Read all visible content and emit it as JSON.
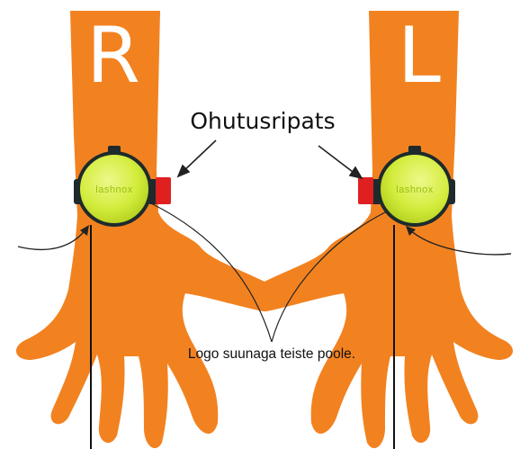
{
  "diagram": {
    "right_hand": {
      "letter": "R",
      "watch_logo": "lashnox"
    },
    "left_hand": {
      "letter": "L",
      "watch_logo": "lashnox"
    },
    "safety_strap_label": "Ohutusripats",
    "logo_caption": "Logo suunaga teiste poole.",
    "colors": {
      "skin": "#f28220",
      "watch_face": "#d6ee4a",
      "watch_bezel": "#1e2a2c",
      "safety_strap": "#e02020",
      "background": "#ffffff"
    }
  }
}
